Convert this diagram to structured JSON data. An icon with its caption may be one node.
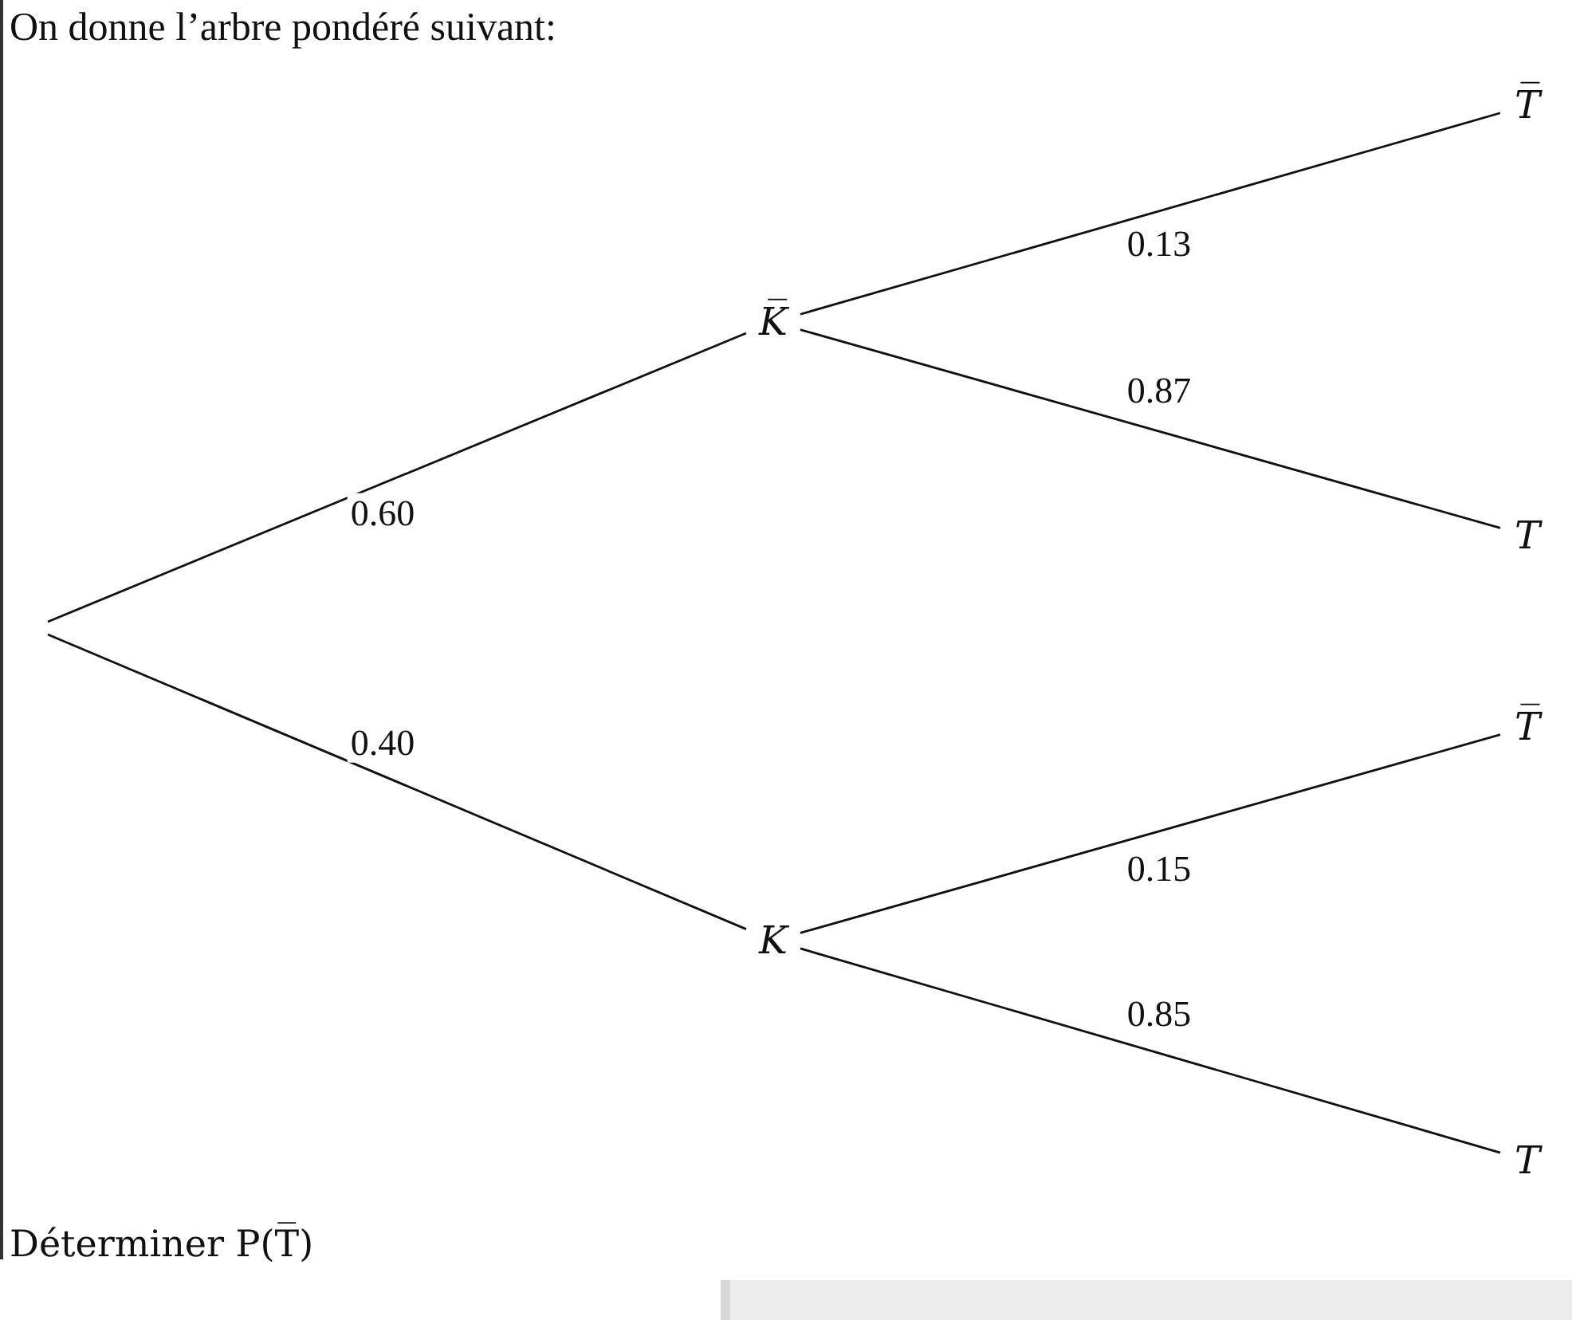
{
  "diagram": {
    "title": "On donne l’arbre pondéré suivant:",
    "nodes": [
      {
        "text": [
          "K̅"
        ]
      },
      {
        "text": [
          "T̅"
        ]
      },
      {
        "text": [
          "T"
        ]
      },
      {
        "text": [
          "K"
        ]
      },
      {
        "text": [
          "T̅"
        ]
      },
      {
        "text": [
          "T"
        ]
      }
    ],
    "edges": [
      {
        "from": null,
        "to": 0,
        "arrow": "none",
        "label": "0.60"
      },
      {
        "from": 0,
        "to": 1,
        "arrow": "none",
        "label": "0.13"
      },
      {
        "from": 0,
        "to": 2,
        "arrow": "none",
        "label": "0.87"
      },
      {
        "from": null,
        "to": 3,
        "arrow": "none",
        "label": "0.40"
      },
      {
        "from": 3,
        "to": 4,
        "arrow": "none",
        "label": "0.15"
      },
      {
        "from": 3,
        "to": 5,
        "arrow": "none",
        "label": "0.85"
      }
    ],
    "labels": [
      "Déterminer P(T̅)"
    ]
  }
}
